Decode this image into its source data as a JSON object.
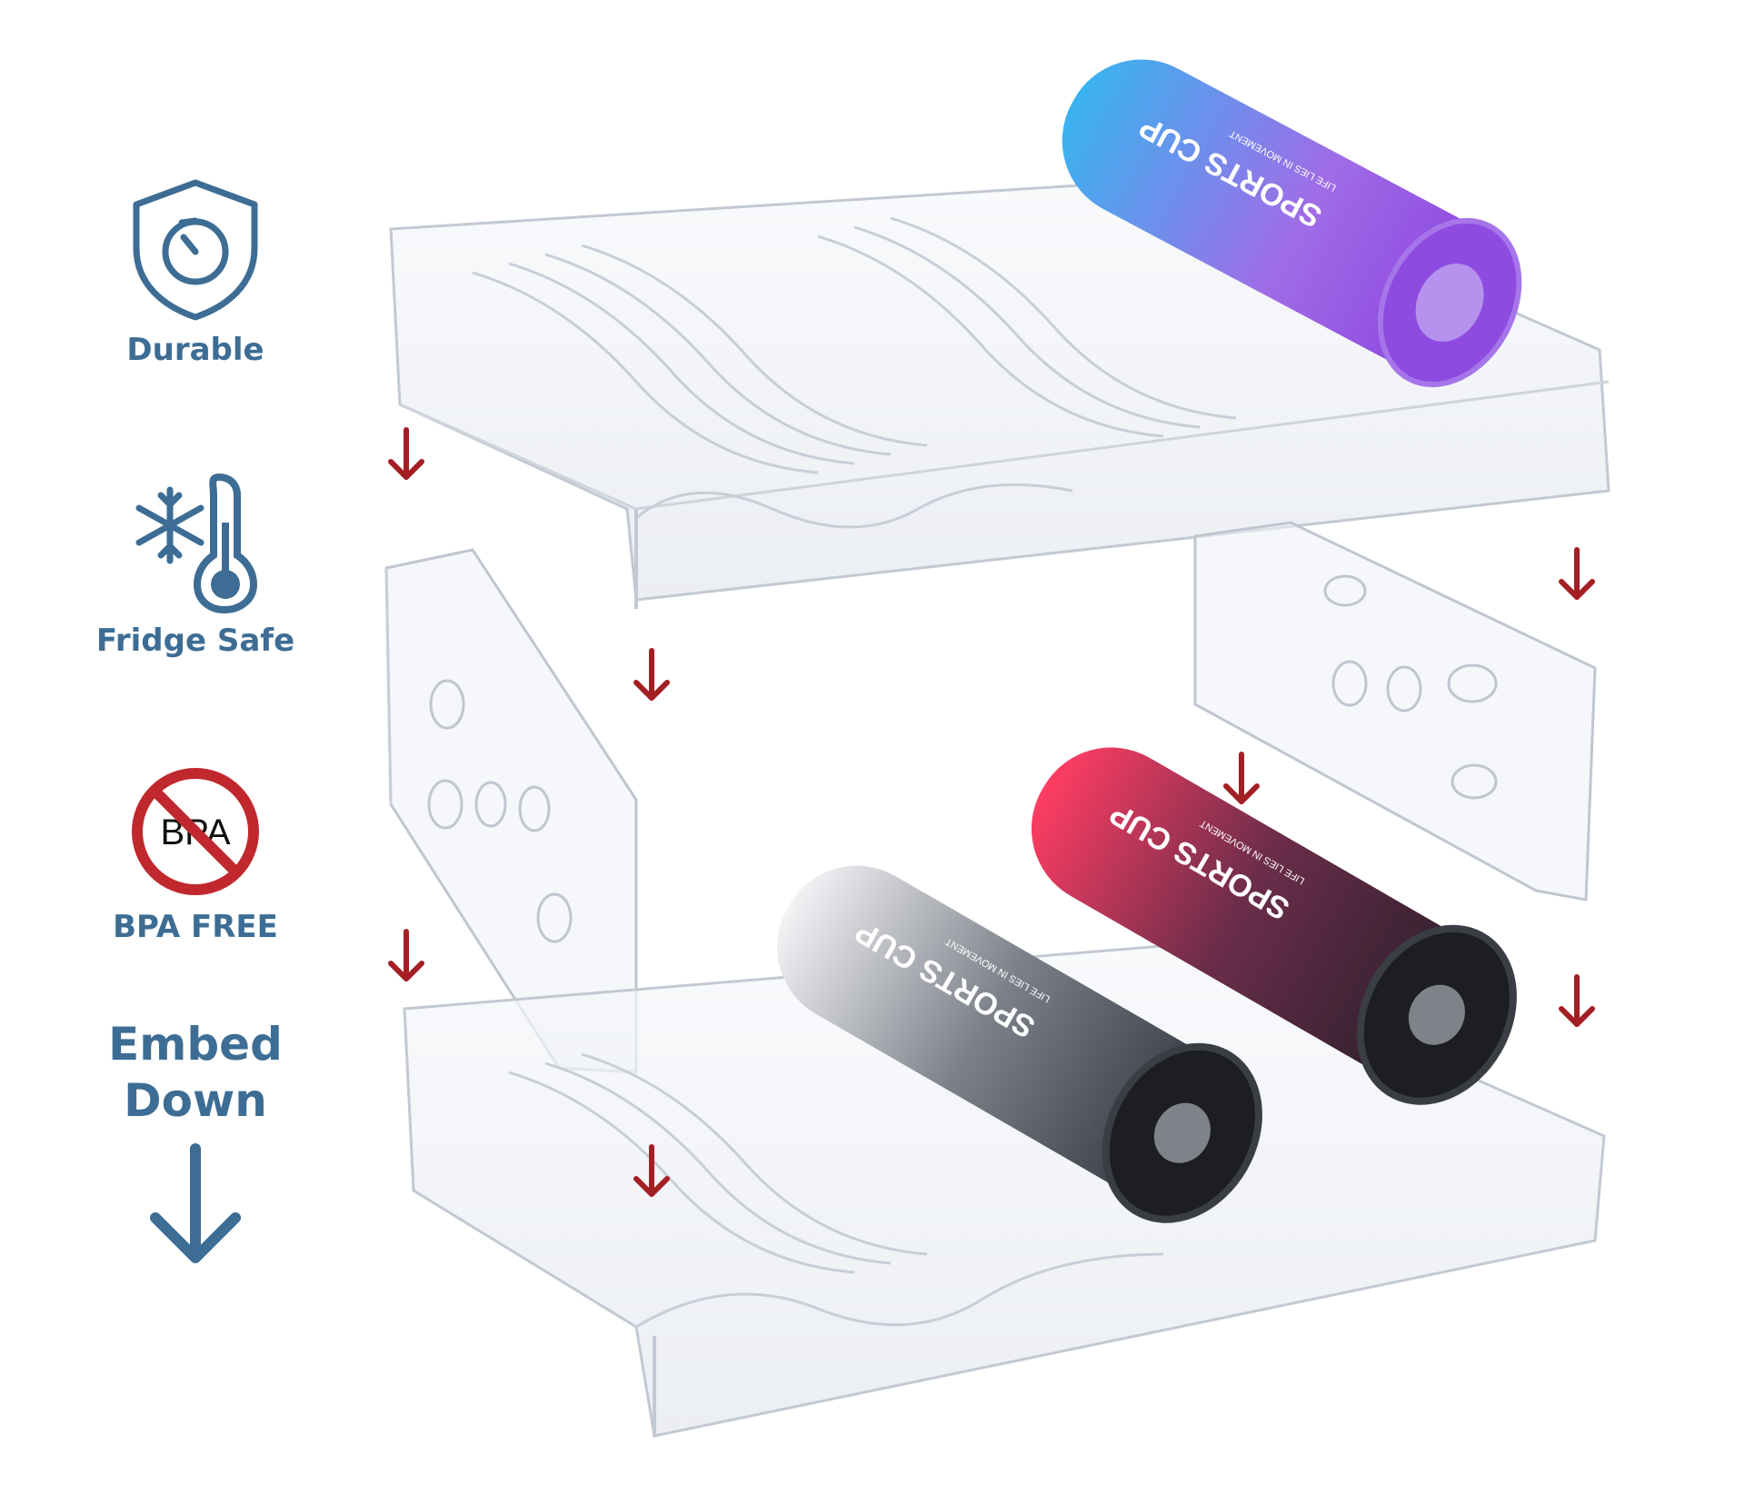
{
  "features": [
    {
      "icon": "shield-timer-icon",
      "label": "Durable"
    },
    {
      "icon": "snowflake-thermometer-icon",
      "label": "Fridge Safe"
    },
    {
      "icon": "no-bpa-icon",
      "label": "BPA FREE",
      "badge_text": "BPA"
    },
    {
      "icon": "down-arrow-icon",
      "label_line1": "Embed",
      "label_line2": "Down"
    }
  ],
  "bottles": [
    {
      "brand": "SPORTS CUP",
      "tagline": "LIFE LIES IN MOVEMENT",
      "color": "purple-blue"
    },
    {
      "brand": "SPORTS CUP",
      "tagline": "LIFE LIES IN MOVEMENT",
      "color": "white-black"
    },
    {
      "brand": "SPORTS CUP",
      "tagline": "LIFE LIES IN MOVEMENT",
      "color": "red-black"
    }
  ],
  "colors": {
    "icon_blue": "#3d6d94",
    "arrow_red": "#a31f24",
    "no_sign_red": "#c0282d"
  }
}
